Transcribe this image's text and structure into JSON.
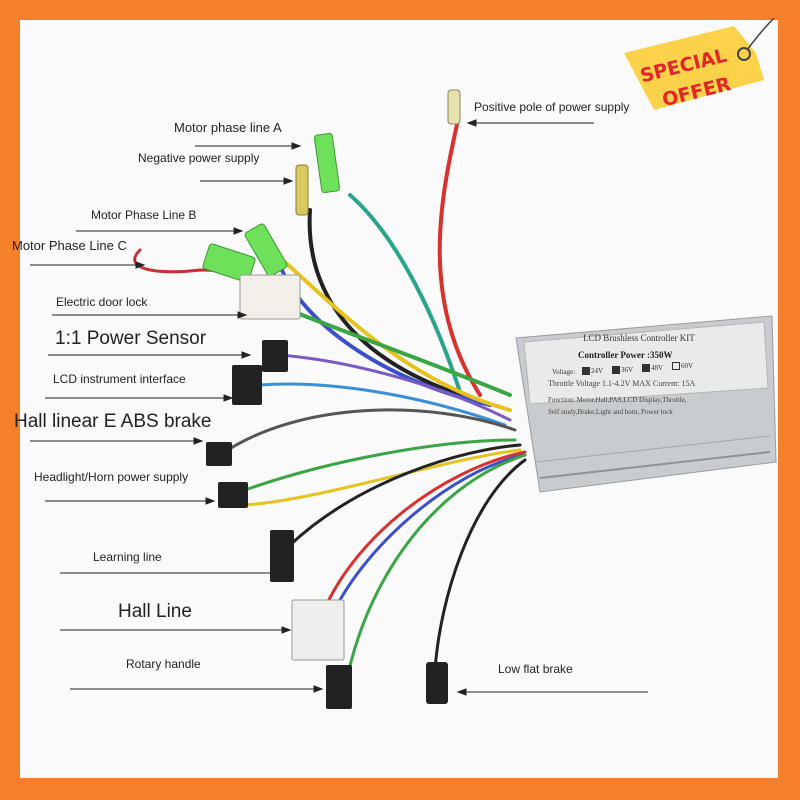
{
  "labels": {
    "positive_pole": "Positive pole of power supply",
    "motor_phase_a": "Motor phase line A",
    "negative_power": "Negative power supply",
    "motor_phase_b": "Motor Phase Line B",
    "motor_phase_c": "Motor Phase Line C",
    "door_lock": "Electric door lock",
    "power_sensor": "1:1 Power Sensor",
    "lcd_interface": "LCD instrument interface",
    "hall_abs": "Hall linear E ABS brake",
    "headlight_horn": "Headlight/Horn power supply",
    "learning_line": "Learning line",
    "hall_line": "Hall Line",
    "rotary_handle": "Rotary handle",
    "low_flat_brake": "Low flat brake"
  },
  "controller_box": {
    "title": "LCD Brushless Controller KIT",
    "power": "Controller Power :350W",
    "voltage_label": "Voltage:",
    "voltages": [
      "24V",
      "36V",
      "48V",
      "60V"
    ],
    "voltages_checked": [
      true,
      true,
      true,
      false
    ],
    "spec_line": "Throttle Voltage 1.1-4.2V MAX Current: 15A",
    "function_line1": "Function: Motor,Hall,PAS,LCD Display,Throttle,",
    "function_line2": "Self study,Brake,Light and horn, Power lock"
  },
  "badge": {
    "line1": "SPECIAL",
    "line2": "OFFER"
  },
  "colors": {
    "frame": "#f57f2a",
    "badge_bg": "#fbd24a",
    "badge_text": "#e0262b",
    "wire_red": "#d8322e",
    "wire_teal": "#2aa58a",
    "wire_yellow": "#e6c31e",
    "wire_blue": "#3a4fc8",
    "wire_green": "#3aa544",
    "connector_green": "#6ee05a"
  }
}
